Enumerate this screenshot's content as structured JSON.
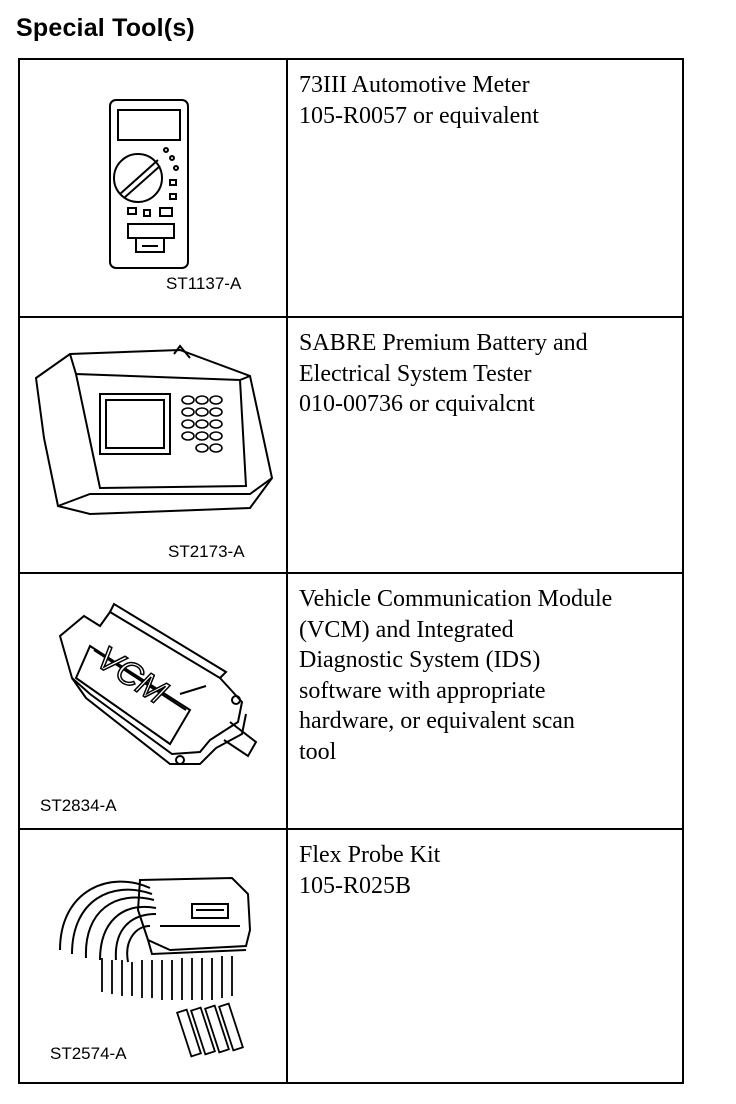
{
  "title": "Special Tool(s)",
  "tools": [
    {
      "code": "ST1137-A",
      "icon": "multimeter-icon",
      "lines": [
        "73III Automotive Meter",
        "105-R0057 or equivalent"
      ]
    },
    {
      "code": "ST2173-A",
      "icon": "battery-tester-icon",
      "lines": [
        "SABRE Premium Battery and",
        "Electrical System Tester",
        "010-00736 or cquivalcnt"
      ]
    },
    {
      "code": "ST2834-A",
      "icon": "vcm-module-icon",
      "module_label": "VCM",
      "lines": [
        "Vehicle Communication Module",
        "(VCM) and Integrated",
        "Diagnostic System (IDS)",
        "software with appropriate",
        "hardware, or equivalent scan",
        "tool"
      ]
    },
    {
      "code": "ST2574-A",
      "icon": "flex-probe-kit-icon",
      "lines": [
        "Flex Probe Kit",
        "105-R025B"
      ]
    }
  ]
}
